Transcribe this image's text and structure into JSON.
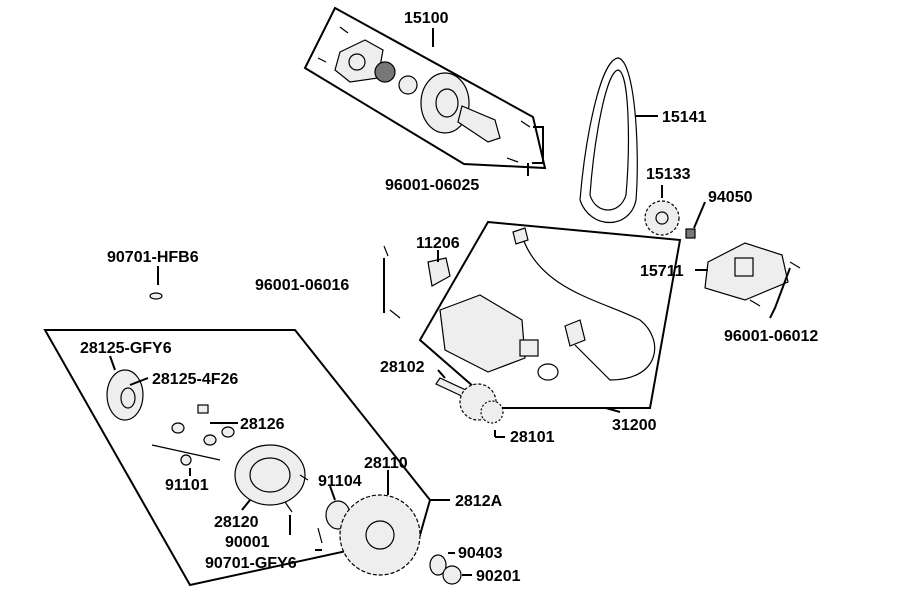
{
  "diagram": {
    "labels": {
      "p15100": "15100",
      "p15141": "15141",
      "p96001_06025": "96001-06025",
      "p15133": "15133",
      "p94050": "94050",
      "p11206": "11206",
      "p90701_HFB6": "90701-HFB6",
      "p96001_06016": "96001-06016",
      "p15711": "15711",
      "p96001_06012": "96001-06012",
      "p28125_GFY6": "28125-GFY6",
      "p28125_4F26": "28125-4F26",
      "p28102": "28102",
      "p28126": "28126",
      "p28101": "28101",
      "p31200": "31200",
      "p91101": "91101",
      "p28110": "28110",
      "p91104": "91104",
      "p2812A": "2812A",
      "p28120": "28120",
      "p90001": "90001",
      "p90701_GFY6": "90701-GFY6",
      "p90403": "90403",
      "p90201": "90201"
    }
  }
}
